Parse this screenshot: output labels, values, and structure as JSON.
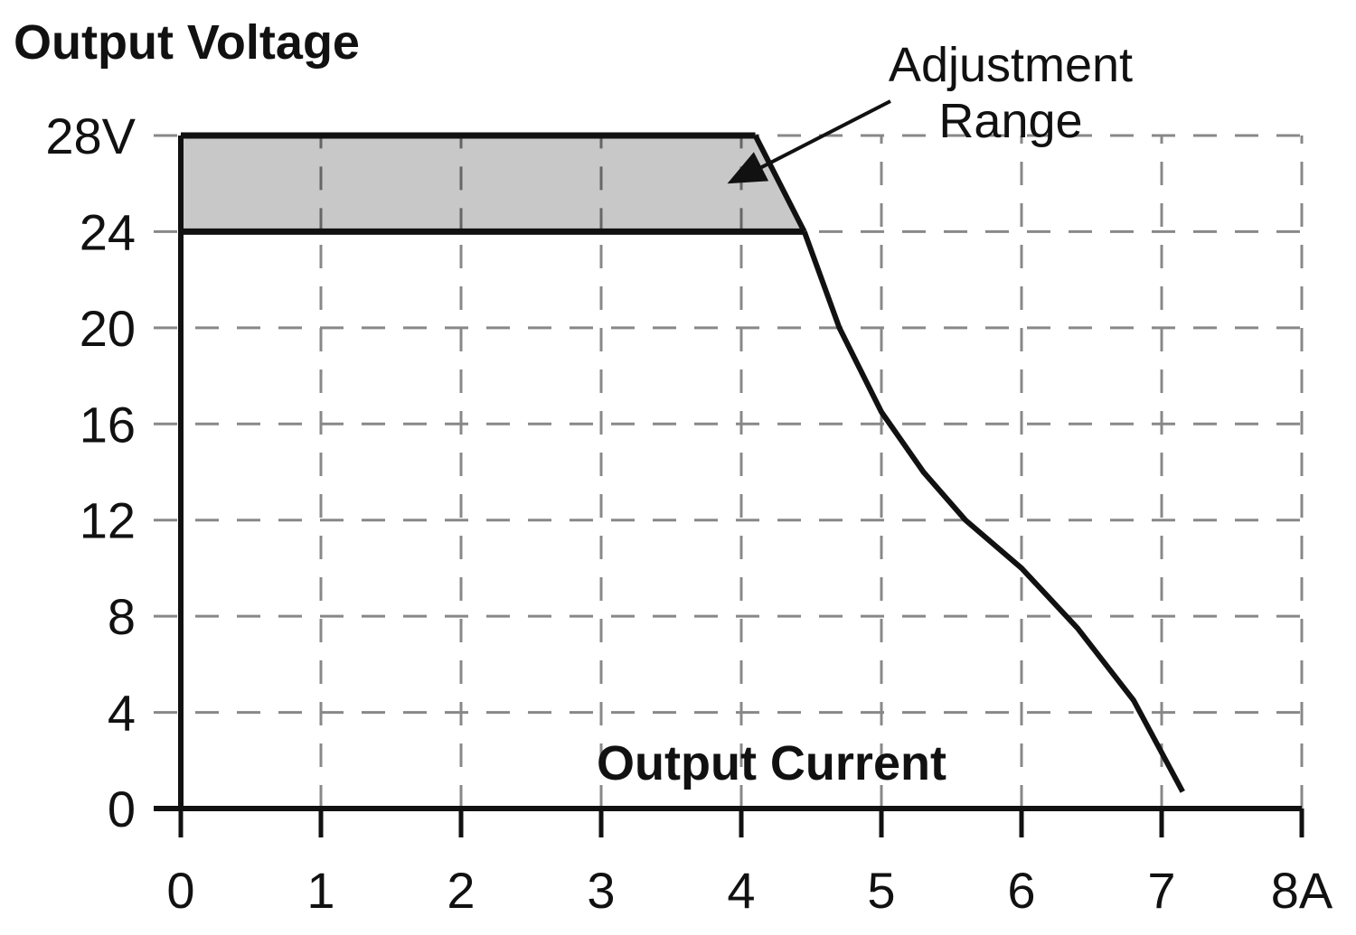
{
  "chart_data": {
    "type": "line",
    "ylabel": "Output Voltage",
    "xlabel": "Output Current",
    "x_ticks": [
      0,
      1,
      2,
      3,
      4,
      5,
      6,
      7,
      8
    ],
    "x_tick_labels": [
      "0",
      "1",
      "2",
      "3",
      "4",
      "5",
      "6",
      "7",
      "8A"
    ],
    "y_ticks": [
      0,
      4,
      8,
      12,
      16,
      20,
      24,
      28
    ],
    "y_tick_labels": [
      "0",
      "4",
      "8",
      "12",
      "16",
      "20",
      "24",
      "28V"
    ],
    "xlim": [
      0,
      8
    ],
    "ylim": [
      0,
      28
    ],
    "grid": true,
    "grid_style": "dashed",
    "adjustment_range": {
      "label_line1": "Adjustment",
      "label_line2": "Range",
      "y_low": 24,
      "y_high": 28,
      "x_end_high": 4.1,
      "x_end_low": 4.45,
      "fill_color": "#c8c8c8",
      "arrow_target": {
        "x": 3.9,
        "y": 26.0
      }
    },
    "series": [
      {
        "x": [
          4.45,
          4.7,
          5.0,
          5.3,
          5.6,
          6.0,
          6.4,
          6.8,
          7.15
        ],
        "y": [
          24,
          20,
          16.5,
          14,
          12,
          10,
          7.5,
          4.5,
          0.7
        ]
      }
    ],
    "colors": {
      "line": "#111111",
      "grid": "#888888",
      "fill": "#c8c8c8"
    }
  }
}
